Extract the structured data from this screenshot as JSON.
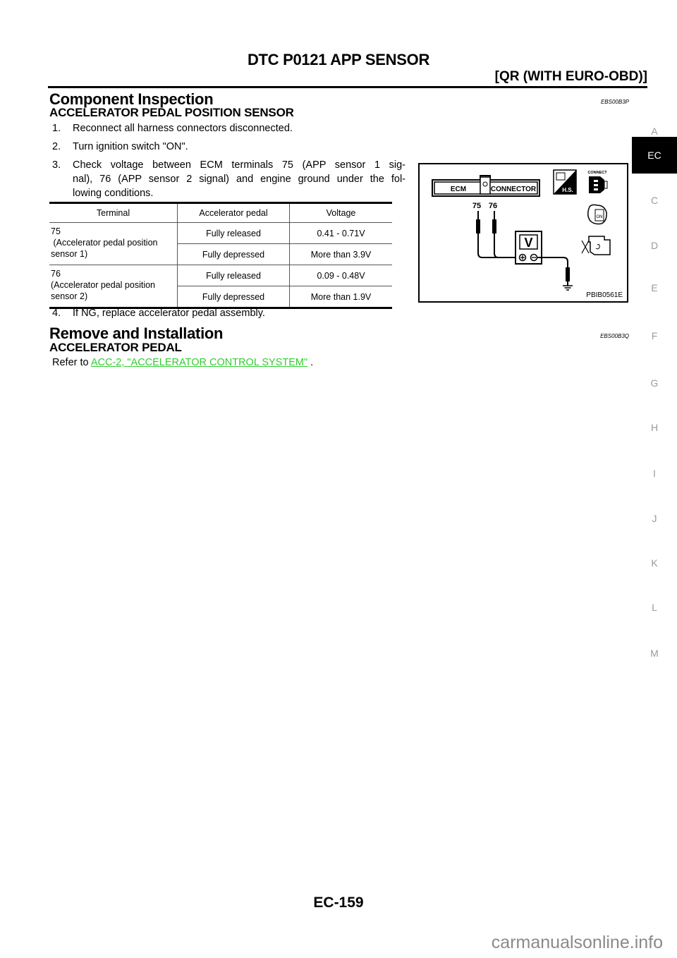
{
  "header": {
    "title": "DTC P0121 APP SENSOR",
    "subtitle": "[QR (WITH EURO-OBD)]"
  },
  "component_inspection": {
    "heading": "Component Inspection",
    "code": "EBS00B3P",
    "subheading": "ACCELERATOR PEDAL POSITION SENSOR",
    "steps": [
      {
        "num": "1.",
        "text": "Reconnect all harness connectors disconnected."
      },
      {
        "num": "2.",
        "text": "Turn ignition switch \"ON\"."
      },
      {
        "num": "3.",
        "text_lines": [
          "Check voltage between ECM terminals 75 (APP sensor 1 sig-",
          "nal), 76 (APP sensor 2 signal) and engine ground under the fol-",
          "lowing conditions."
        ]
      },
      {
        "num": "4.",
        "text": "If NG, replace accelerator pedal assembly."
      }
    ],
    "table": {
      "headers": [
        "Terminal",
        "Accelerator pedal",
        "Voltage"
      ],
      "groups": [
        {
          "terminal_lines": [
            "75",
            " (Accelerator pedal position",
            "sensor 1)"
          ],
          "rows": [
            {
              "pedal": "Fully released",
              "voltage": "0.41 - 0.71V"
            },
            {
              "pedal": "Fully depressed",
              "voltage": "More than 3.9V"
            }
          ]
        },
        {
          "terminal_lines": [
            "76",
            "(Accelerator pedal position",
            "sensor 2)"
          ],
          "rows": [
            {
              "pedal": "Fully released",
              "voltage": "0.09 - 0.48V"
            },
            {
              "pedal": "Fully depressed",
              "voltage": "More than 1.9V"
            }
          ]
        }
      ]
    },
    "diagram": {
      "ecm_label": "ECM",
      "connector_label": "CONNECTOR",
      "terminals": [
        "75",
        "76"
      ],
      "meter_label": "V",
      "plus": "⊕",
      "minus": "⊖",
      "hs_label": "H.S.",
      "connect_label": "CONNECT",
      "on_label": "ON",
      "figure_id": "PBIB0561E"
    }
  },
  "remove_installation": {
    "heading": "Remove and Installation",
    "code": "EBS00B3Q",
    "subheading": "ACCELERATOR PEDAL",
    "refer_prefix": "Refer to ",
    "link_text": "ACC-2, \"ACCELERATOR CONTROL SYSTEM\"",
    "refer_suffix": " ."
  },
  "side_tabs": [
    {
      "label": "A",
      "active": false
    },
    {
      "label": "EC",
      "active": true
    },
    {
      "label": "C",
      "active": false
    },
    {
      "label": "D",
      "active": false
    },
    {
      "label": "E",
      "active": false
    },
    {
      "label": "F",
      "active": false
    },
    {
      "label": "G",
      "active": false
    },
    {
      "label": "H",
      "active": false
    },
    {
      "label": "I",
      "active": false
    },
    {
      "label": "J",
      "active": false
    },
    {
      "label": "K",
      "active": false
    },
    {
      "label": "L",
      "active": false
    },
    {
      "label": "M",
      "active": false
    }
  ],
  "footer": {
    "page_number": "EC-159",
    "watermark": "carmanualsonline.info"
  },
  "colors": {
    "link": "#33cc33",
    "side_tab_inactive": "#9a9a9a",
    "side_tab_active_bg": "#000000"
  }
}
